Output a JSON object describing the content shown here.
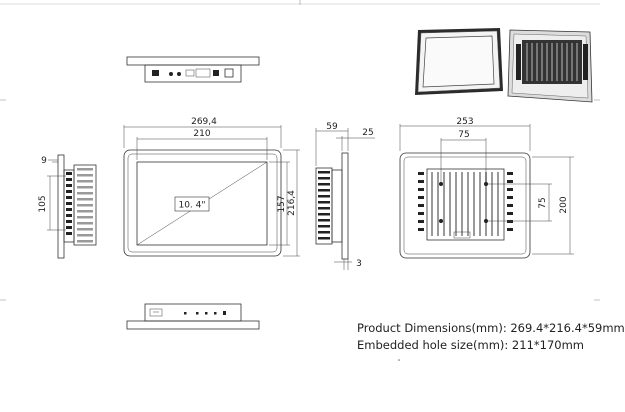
{
  "dimensions": {
    "front_width_outer": "269,4",
    "front_width_inner": "210",
    "front_height_inner": "157",
    "front_height_outer": "216,4",
    "screen_size": "10. 4\"",
    "left_side_offset": "9",
    "left_side_height": "105",
    "side_depth": "59",
    "side_flange": "25",
    "side_thickness": "3",
    "rear_width": "253",
    "rear_hole_spacing_h": "75",
    "rear_hole_spacing_v": "75",
    "rear_height": "200"
  },
  "specs": {
    "product_dimensions": "Product Dimensions(mm): 269.4*216.4*59mm",
    "embedded_hole_size": "Embedded hole size(mm): 211*170mm"
  },
  "colors": {
    "line": "#333333",
    "heatsink": "#222222",
    "photo_frame": "#2b2b2b"
  }
}
